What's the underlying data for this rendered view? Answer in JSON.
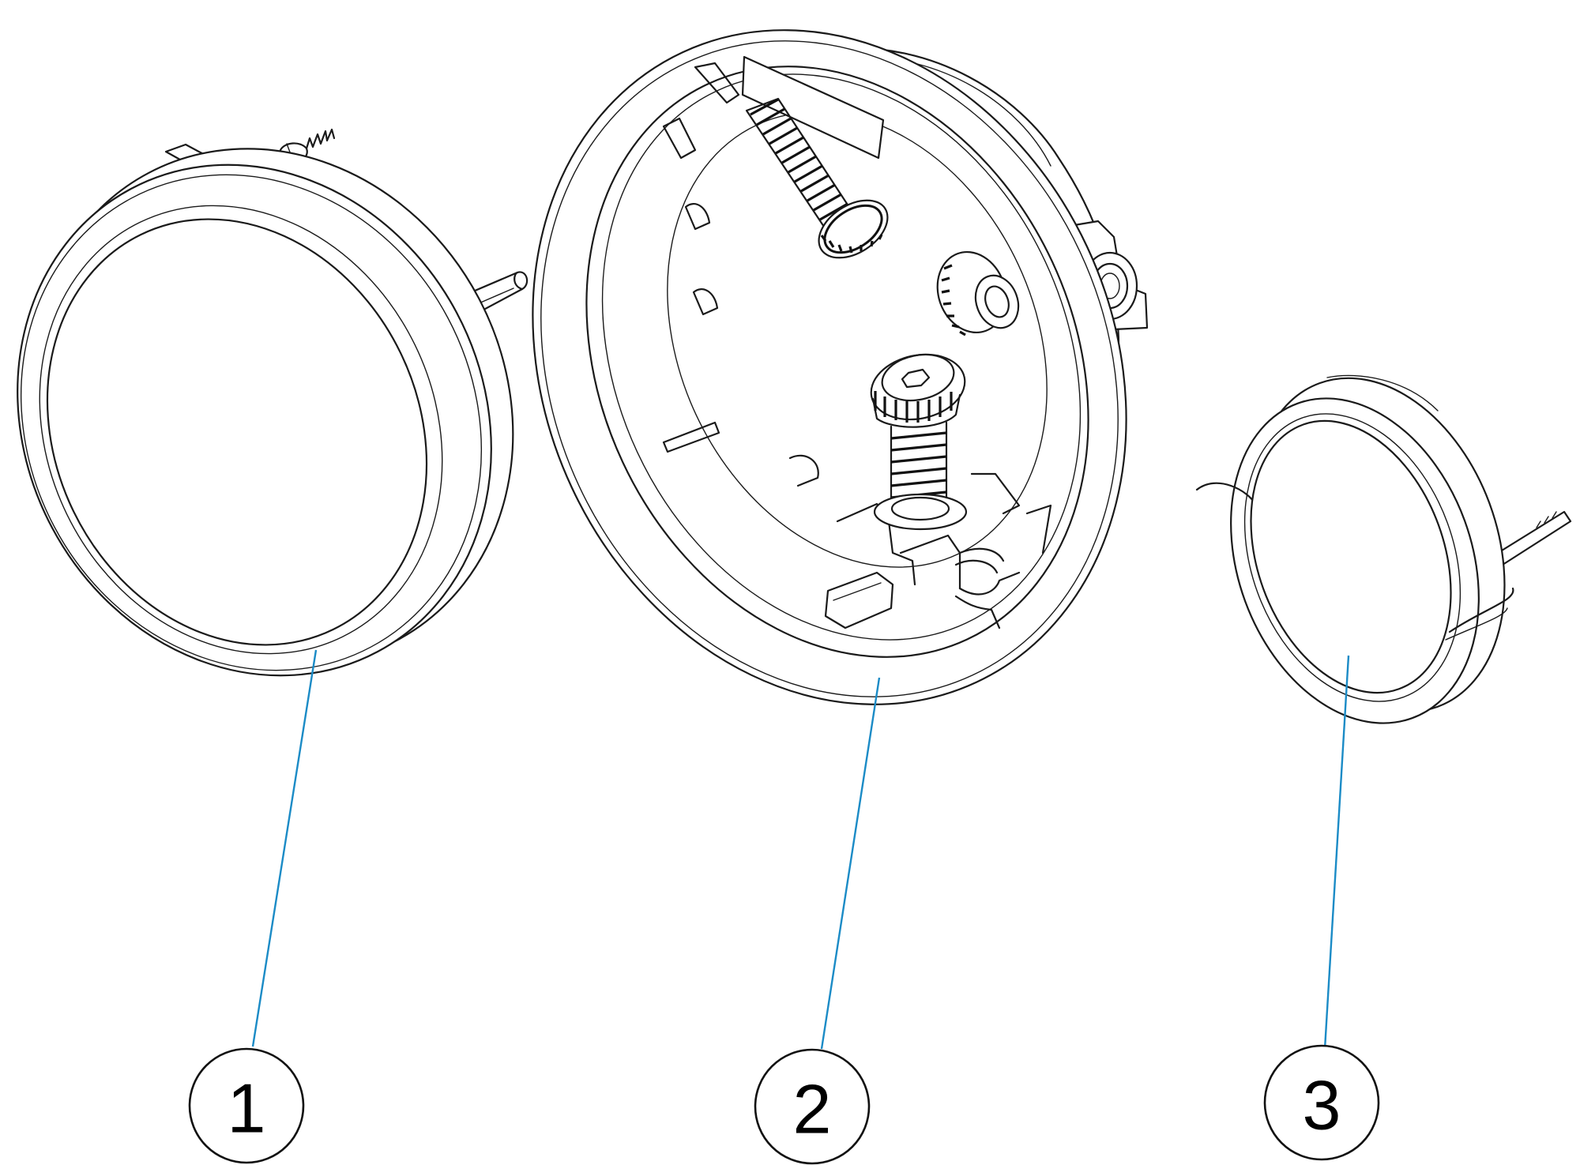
{
  "diagram": {
    "type": "exploded-assembly-drawing",
    "leader_color": "#1b8bc6",
    "line_color": "#1a1a1a",
    "callouts": [
      {
        "id": "1",
        "label": "1"
      },
      {
        "id": "2",
        "label": "2"
      },
      {
        "id": "3",
        "label": "3"
      }
    ]
  }
}
